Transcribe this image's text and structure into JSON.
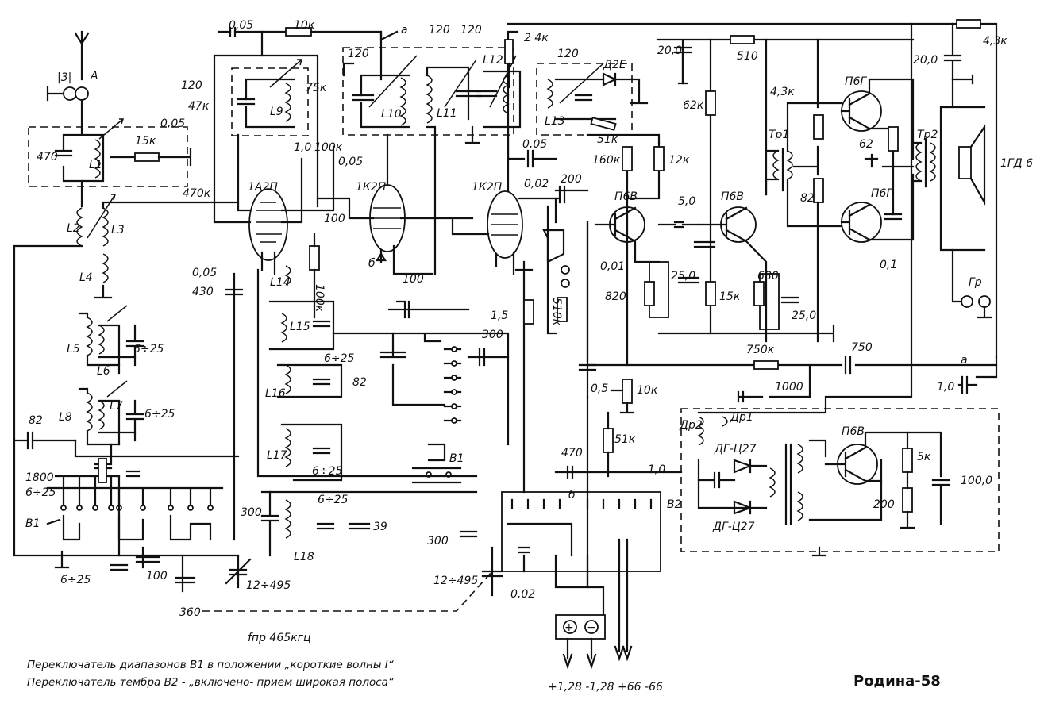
{
  "title": "Родина-58",
  "if_note": "fпр 465кгц",
  "notes": [
    "Переключатель диапазонов B1 в положении „короткие волны I“",
    "Переключатель тембра B2 - „включено- прием широкая полоса“"
  ],
  "power_labels": "+1,28  -1,28 +66 -66",
  "antenna": {
    "ground": "|3|",
    "antenna": "A"
  },
  "tubes": [
    "1А2П",
    "1К2П",
    "1К2П"
  ],
  "transistors": [
    "П6В",
    "П6В",
    "П6Г",
    "П6Г",
    "П6В"
  ],
  "diodes": [
    "Д2Е",
    "ДГ-Ц27",
    "ДГ-Ц27"
  ],
  "transformers": [
    "Тр1",
    "Тр2",
    "Др1",
    "Др2"
  ],
  "speaker": "1ГД 6",
  "headphones": "Гр",
  "switches": [
    "В1",
    "В1",
    "В2"
  ],
  "coils": [
    "L1",
    "L2",
    "L3",
    "L4",
    "L5",
    "L6",
    "L7",
    "L8",
    "L9",
    "L10",
    "L11",
    "L12",
    "L13",
    "L14",
    "L15",
    "L16",
    "L17",
    "L18"
  ],
  "components": [
    {
      "ref": "c470a",
      "value": "470"
    },
    {
      "ref": "r15k",
      "value": "15к"
    },
    {
      "ref": "c005a",
      "value": "0,05"
    },
    {
      "ref": "r10ka",
      "value": "10к"
    },
    {
      "ref": "c120a",
      "value": "120"
    },
    {
      "ref": "r47k",
      "value": "47к"
    },
    {
      "ref": "c005b",
      "value": "0,05"
    },
    {
      "ref": "r470k",
      "value": "470к"
    },
    {
      "ref": "r75k",
      "value": "75к"
    },
    {
      "ref": "r10",
      "value": "1,0"
    },
    {
      "ref": "r100ka",
      "value": "100к"
    },
    {
      "ref": "c005c",
      "value": "0,05"
    },
    {
      "ref": "c120b",
      "value": "120"
    },
    {
      "ref": "c120c",
      "value": "120"
    },
    {
      "ref": "c120d",
      "value": "120"
    },
    {
      "ref": "r24k",
      "value": "2 4к"
    },
    {
      "ref": "c120e",
      "value": "120"
    },
    {
      "ref": "c005d",
      "value": "0,05"
    },
    {
      "ref": "c200",
      "value": "200"
    },
    {
      "ref": "c002a",
      "value": "0,02"
    },
    {
      "ref": "c100a",
      "value": "100"
    },
    {
      "ref": "c005e",
      "value": "0,05"
    },
    {
      "ref": "c430",
      "value": "430"
    },
    {
      "ref": "r100kb",
      "value": "100к"
    },
    {
      "ref": "c100b",
      "value": "100"
    },
    {
      "ref": "c300a",
      "value": "300"
    },
    {
      "ref": "c82a",
      "value": "82"
    },
    {
      "ref": "c625a",
      "value": "6÷25"
    },
    {
      "ref": "r15",
      "value": "1,5"
    },
    {
      "ref": "r510k",
      "value": "510к"
    },
    {
      "ref": "c625b",
      "value": "6÷25"
    },
    {
      "ref": "c625c",
      "value": "6÷25"
    },
    {
      "ref": "c82b",
      "value": "82"
    },
    {
      "ref": "c1800",
      "value": "1800"
    },
    {
      "ref": "c625d",
      "value": "6÷25"
    },
    {
      "ref": "c625e",
      "value": "6÷25"
    },
    {
      "ref": "c625f",
      "value": "6÷25"
    },
    {
      "ref": "c300b",
      "value": "300"
    },
    {
      "ref": "c625g",
      "value": "6÷25"
    },
    {
      "ref": "c39",
      "value": "39"
    },
    {
      "ref": "c300c",
      "value": "300"
    },
    {
      "ref": "c100c",
      "value": "100"
    },
    {
      "ref": "c360",
      "value": "360"
    },
    {
      "ref": "c12495a",
      "value": "12÷495"
    },
    {
      "ref": "c12495b",
      "value": "12÷495"
    },
    {
      "ref": "c002b",
      "value": "0,02"
    },
    {
      "ref": "c470b",
      "value": "470"
    },
    {
      "ref": "c200a",
      "value": "20,0"
    },
    {
      "ref": "r510",
      "value": "510"
    },
    {
      "ref": "r62k",
      "value": "62к"
    },
    {
      "ref": "r51ka",
      "value": "51к"
    },
    {
      "ref": "r160k",
      "value": "160к"
    },
    {
      "ref": "r12k",
      "value": "12к"
    },
    {
      "ref": "c50",
      "value": "5,0"
    },
    {
      "ref": "c001",
      "value": "0,01"
    },
    {
      "ref": "c250a",
      "value": "25,0"
    },
    {
      "ref": "r820",
      "value": "820"
    },
    {
      "ref": "r15k2",
      "value": "15к"
    },
    {
      "ref": "r680",
      "value": "680"
    },
    {
      "ref": "c250b",
      "value": "25,0"
    },
    {
      "ref": "r43ka",
      "value": "4,3к"
    },
    {
      "ref": "r82",
      "value": "82"
    },
    {
      "ref": "r62",
      "value": "62"
    },
    {
      "ref": "c01",
      "value": "0,1"
    },
    {
      "ref": "r43kb",
      "value": "4,3к"
    },
    {
      "ref": "c200b",
      "value": "20,0"
    },
    {
      "ref": "r750k",
      "value": "750к"
    },
    {
      "ref": "c750",
      "value": "750"
    },
    {
      "ref": "r05",
      "value": "0,5"
    },
    {
      "ref": "r10kb",
      "value": "10к"
    },
    {
      "ref": "c10a",
      "value": "1,0"
    },
    {
      "ref": "c1000",
      "value": "1000"
    },
    {
      "ref": "r51kb",
      "value": "51к"
    },
    {
      "ref": "c10b",
      "value": "1,0"
    },
    {
      "ref": "r5k",
      "value": "5к"
    },
    {
      "ref": "c1000b",
      "value": "100,0"
    },
    {
      "ref": "r200",
      "value": "200"
    }
  ],
  "nodes": [
    "а",
    "а",
    "б",
    "б"
  ]
}
